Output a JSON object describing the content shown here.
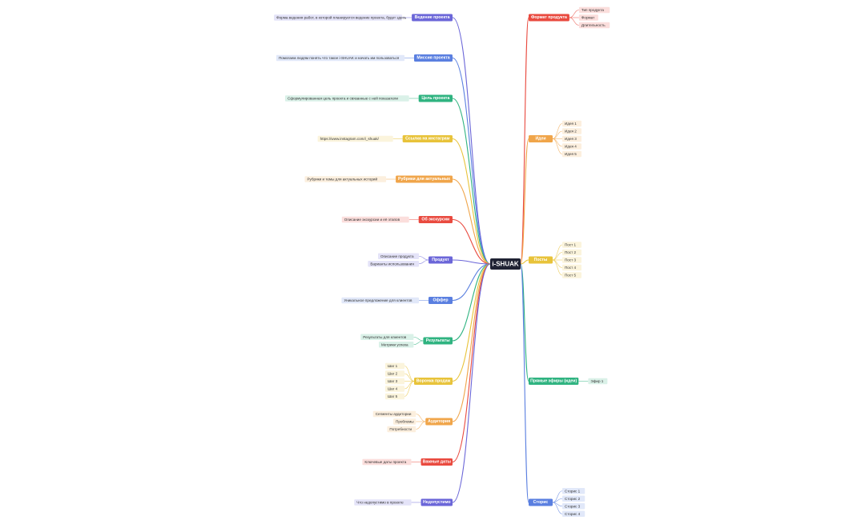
{
  "root": {
    "label": "i-SHUAK",
    "color": "#1f2233"
  },
  "branches": [
    {
      "label": "Ведение проекта",
      "color": "#6b66d8",
      "side": "left",
      "notes": [
        "Форма ведения работ, в которой планируется ведение проекта, будет здесь"
      ]
    },
    {
      "label": "Миссия проекта",
      "color": "#5a7fe0",
      "side": "left",
      "notes": [
        "Помогаем людям понять что такое i-SHUAK и начать им пользоваться"
      ]
    },
    {
      "label": "Цель проекта",
      "color": "#2fb380",
      "side": "left",
      "notes": [
        "Сформулированная цель проекта и связанные с ней показатели"
      ]
    },
    {
      "label": "Ссылка на инстаграм",
      "color": "#e8c33a",
      "side": "left",
      "notes": [
        "https://www.instagram.com/i_shuak/"
      ]
    },
    {
      "label": "Рубрики для актуальных",
      "color": "#f0a54a",
      "side": "left",
      "notes": [
        "Рубрики и темы для актуальных историй"
      ]
    },
    {
      "label": "Об экскурсии",
      "color": "#e94a3f",
      "side": "left",
      "notes": [
        "Описание экскурсии и её этапов"
      ]
    },
    {
      "label": "Продукт",
      "color": "#6b66d8",
      "side": "left",
      "notes": [
        "Описание продукта",
        "Варианты использования"
      ]
    },
    {
      "label": "Оффер",
      "color": "#5a7fe0",
      "side": "left",
      "notes": [
        "Уникальное предложение для клиентов"
      ]
    },
    {
      "label": "Результаты",
      "color": "#2fb380",
      "side": "left",
      "notes": [
        "Результаты для клиентов",
        "Метрики успеха"
      ]
    },
    {
      "label": "Воронка продаж",
      "color": "#e8c33a",
      "side": "left",
      "notes": [
        "Шаг 1",
        "Шаг 2",
        "Шаг 3",
        "Шаг 4",
        "Шаг 5"
      ]
    },
    {
      "label": "Аудитория",
      "color": "#f0a54a",
      "side": "left",
      "notes": [
        "Сегменты аудитории",
        "Проблемы",
        "Потребности"
      ]
    },
    {
      "label": "Важные даты",
      "color": "#e94a3f",
      "side": "left",
      "notes": [
        "Ключевые даты проекта"
      ]
    },
    {
      "label": "Недопустимо",
      "color": "#6b66d8",
      "side": "left",
      "notes": [
        "Что недопустимо в проекте"
      ]
    },
    {
      "label": "Формат продукта",
      "color": "#e94a3f",
      "side": "right",
      "notes": [
        "Тип продукта",
        "Формат",
        "Длительность"
      ]
    },
    {
      "label": "Идеи",
      "color": "#f0a54a",
      "side": "right",
      "notes": [
        "Идея 1",
        "Идея 2",
        "Идея 3",
        "Идея 4",
        "Идея 5"
      ]
    },
    {
      "label": "Посты",
      "color": "#e8c33a",
      "side": "right",
      "notes": [
        "Пост 1",
        "Пост 2",
        "Пост 3",
        "Пост 4",
        "Пост 5"
      ]
    },
    {
      "label": "Прямые эфиры (идеи)",
      "color": "#2fb380",
      "side": "right",
      "notes": [
        "Эфир 1"
      ]
    },
    {
      "label": "Сторис",
      "color": "#5a7fe0",
      "side": "right",
      "notes": [
        "Сторис 1",
        "Сторис 2",
        "Сторис 3",
        "Сторис 4"
      ]
    }
  ]
}
